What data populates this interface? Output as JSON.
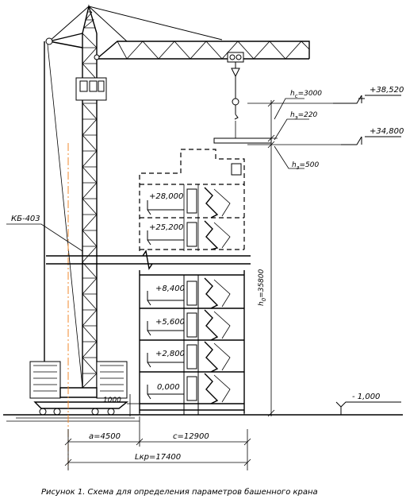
{
  "diagram": {
    "caption": "Рисунок 1. Схема для определения параметров башенного крана",
    "crane_label": "КБ-403",
    "levels": {
      "top_hook": "+38,520",
      "top_building": "+34,800",
      "floor_28": "+28,000",
      "floor_25": "+25,200",
      "floor_8": "+8,400",
      "floor_5": "+5,600",
      "floor_2": "+2,800",
      "floor_0": "0,000",
      "ground": "- 1,000"
    },
    "heights": {
      "hc": "h",
      "hc_sub": "с",
      "hc_val": "=3000",
      "he": "h",
      "he_sub": "э",
      "he_val": "=220",
      "hz": "h",
      "hz_sub": "з",
      "hz_val": "=500",
      "h0": "h",
      "h0_sub": "0",
      "h0_val": "=35800"
    },
    "dims": {
      "a": "а=4500",
      "c": "с=12900",
      "l": "Lкр=17400",
      "base": "1000"
    }
  }
}
